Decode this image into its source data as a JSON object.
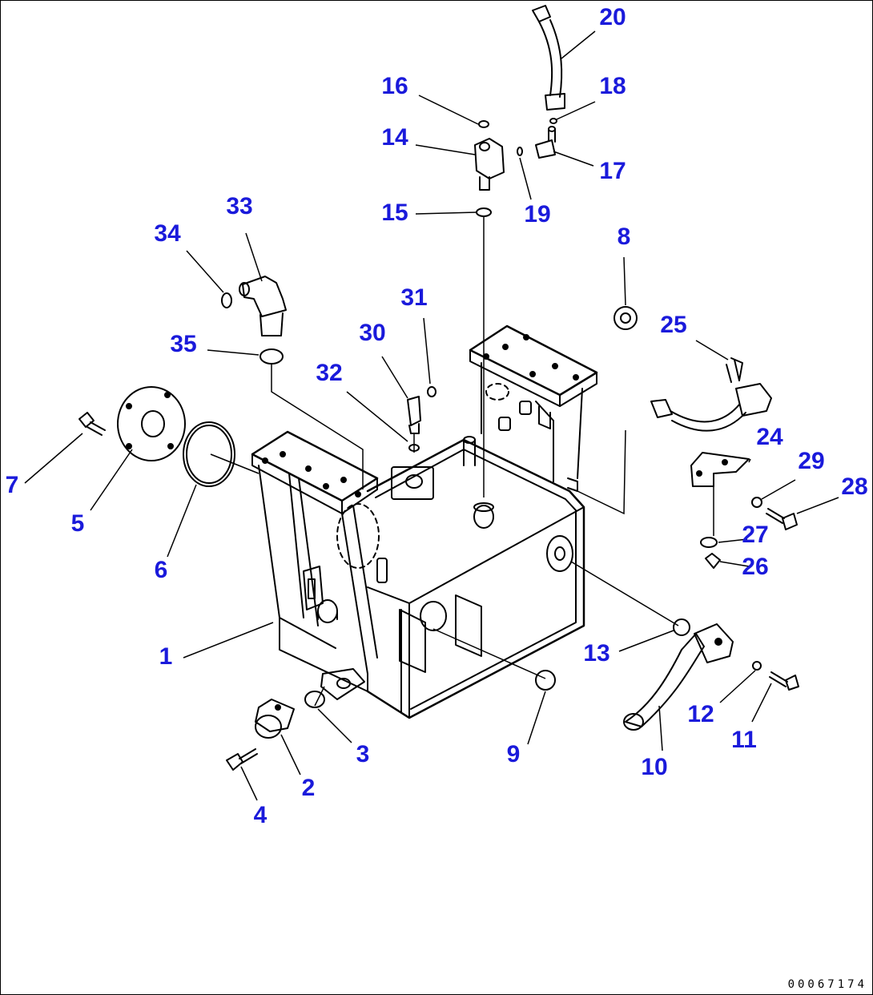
{
  "colors": {
    "callout": "#1a1adb",
    "line": "#000000",
    "background": "#ffffff"
  },
  "drawing_ref": "00067174",
  "callouts": [
    {
      "id": "1",
      "label": "1"
    },
    {
      "id": "2",
      "label": "2"
    },
    {
      "id": "3",
      "label": "3"
    },
    {
      "id": "4",
      "label": "4"
    },
    {
      "id": "5",
      "label": "5"
    },
    {
      "id": "6",
      "label": "6"
    },
    {
      "id": "7",
      "label": "7"
    },
    {
      "id": "8",
      "label": "8"
    },
    {
      "id": "9",
      "label": "9"
    },
    {
      "id": "10",
      "label": "10"
    },
    {
      "id": "11",
      "label": "11"
    },
    {
      "id": "12",
      "label": "12"
    },
    {
      "id": "13",
      "label": "13"
    },
    {
      "id": "14",
      "label": "14"
    },
    {
      "id": "15",
      "label": "15"
    },
    {
      "id": "16",
      "label": "16"
    },
    {
      "id": "17",
      "label": "17"
    },
    {
      "id": "18",
      "label": "18"
    },
    {
      "id": "19",
      "label": "19"
    },
    {
      "id": "20",
      "label": "20"
    },
    {
      "id": "24",
      "label": "24"
    },
    {
      "id": "25",
      "label": "25"
    },
    {
      "id": "26",
      "label": "26"
    },
    {
      "id": "27",
      "label": "27"
    },
    {
      "id": "28",
      "label": "28"
    },
    {
      "id": "29",
      "label": "29"
    },
    {
      "id": "30",
      "label": "30"
    },
    {
      "id": "31",
      "label": "31"
    },
    {
      "id": "32",
      "label": "32"
    },
    {
      "id": "33",
      "label": "33"
    },
    {
      "id": "34",
      "label": "34"
    },
    {
      "id": "35",
      "label": "35"
    }
  ]
}
